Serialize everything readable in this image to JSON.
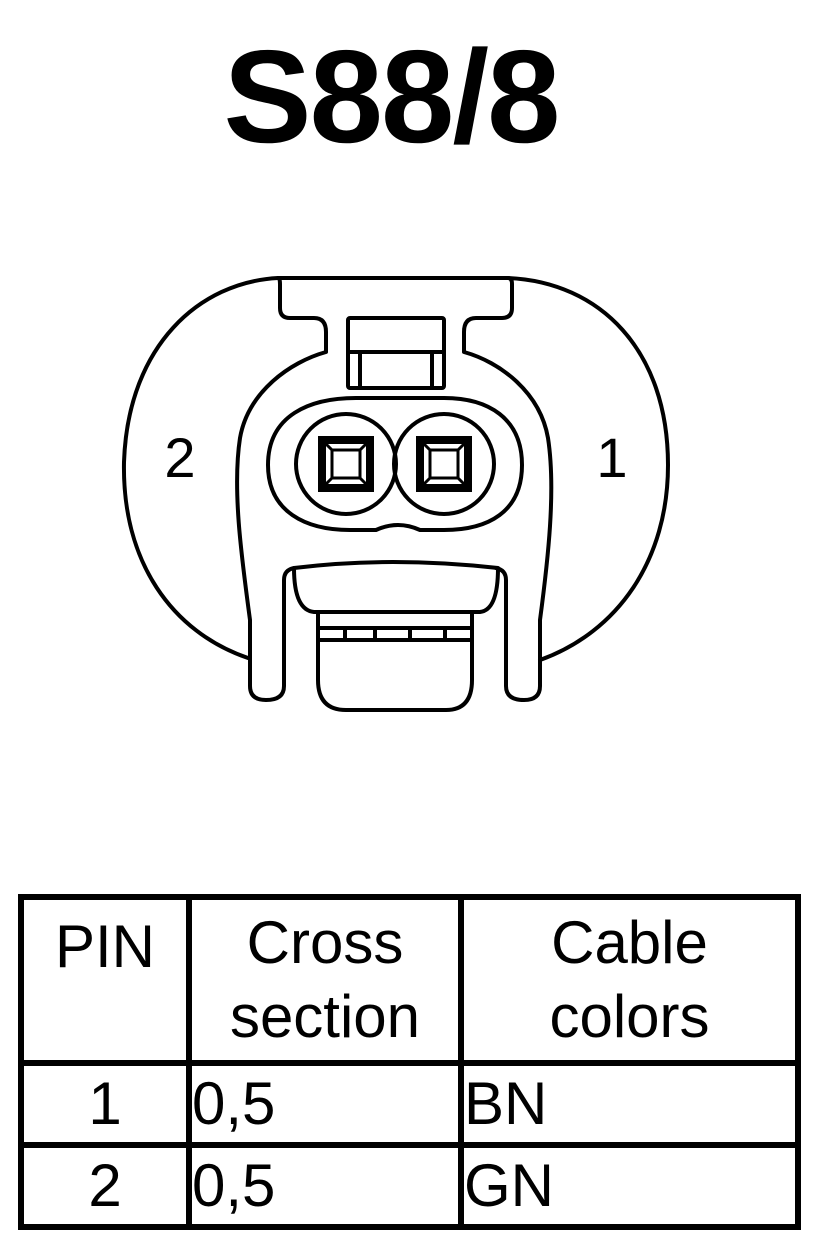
{
  "title": "S88/8",
  "connector": {
    "pin_labels": {
      "left": "2",
      "right": "1"
    }
  },
  "table": {
    "headers": {
      "pin": "PIN",
      "cross_section": [
        "Cross",
        "section"
      ],
      "cable_colors": [
        "Cable",
        "colors"
      ]
    },
    "rows": [
      {
        "pin": "1",
        "cross_section": "0,5",
        "cable_color": "BN"
      },
      {
        "pin": "2",
        "cross_section": "0,5",
        "cable_color": "GN"
      }
    ]
  }
}
